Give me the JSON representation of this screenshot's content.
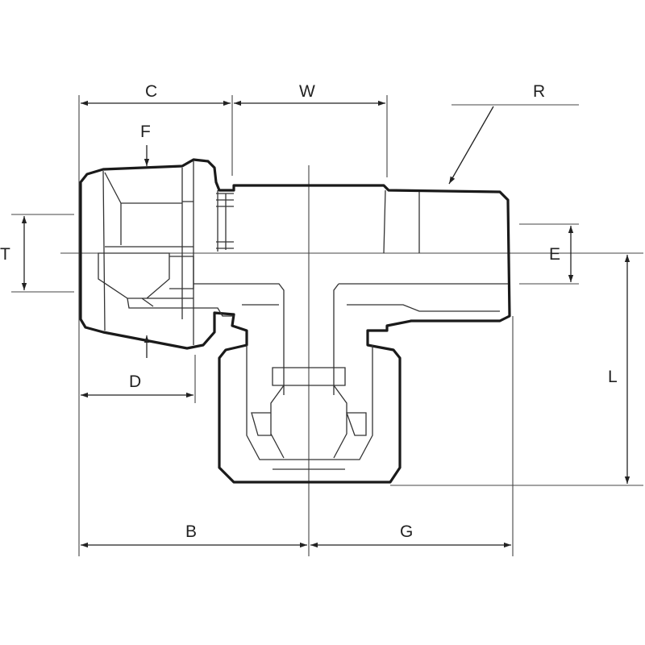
{
  "labels": {
    "C": "C",
    "W": "W",
    "R": "R",
    "F": "F",
    "T": "T",
    "E": "E",
    "L": "L",
    "D": "D",
    "B": "B",
    "G": "G"
  },
  "colors": {
    "line": "#1a1a1a",
    "background": "#ffffff"
  }
}
